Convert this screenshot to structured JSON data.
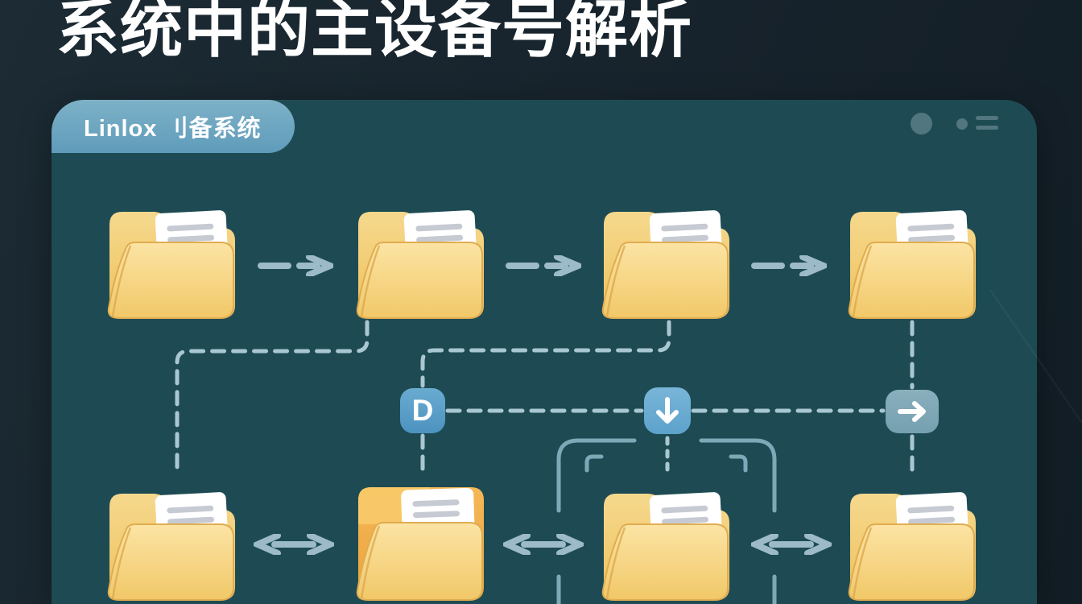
{
  "page": {
    "title": "系统中的主设备号解析",
    "background_color": "#18242d"
  },
  "window": {
    "tab_label": "Linlox 刂备系统",
    "body_color": "#1e4b53",
    "tab_color": "#689fbd",
    "controls": [
      {
        "name": "circle-large"
      },
      {
        "name": "circle-small"
      },
      {
        "name": "menu-lines"
      }
    ]
  },
  "badges": {
    "d_label": "D",
    "down_icon": "arrow-down",
    "right_icon": "arrow-right",
    "d_color": "#579dc8",
    "down_color": "#65a9d2",
    "right_color": "#7da6b5"
  },
  "diagram": {
    "line_color": "#a9c7d3",
    "arrow_color": "#9cbac7",
    "frame_color": "#7ea8b7",
    "folder_yellow": "#f2c96b",
    "folder_highlight_orange": "#efa940",
    "top_row": {
      "folder_count": 4,
      "connector": "dashed-right-arrow",
      "folders": [
        "normal",
        "normal",
        "normal",
        "normal"
      ]
    },
    "bottom_row": {
      "folder_count": 4,
      "connector": "double-arrow",
      "folders": [
        "normal",
        "highlighted-open",
        "framed",
        "normal"
      ]
    },
    "connections": [
      "top-folder-2 down-left to bottom-folder-1 (dashed)",
      "top-folder-3 down-left to D-badge to bottom-folder-2 (dashed)",
      "D-badge right to down-badge right to right-badge (dashed)",
      "down-badge down to framed bottom-folder-3 (dotted)",
      "top-folder-4 down through right-badge to bottom-folder-4 (dashed)"
    ]
  }
}
